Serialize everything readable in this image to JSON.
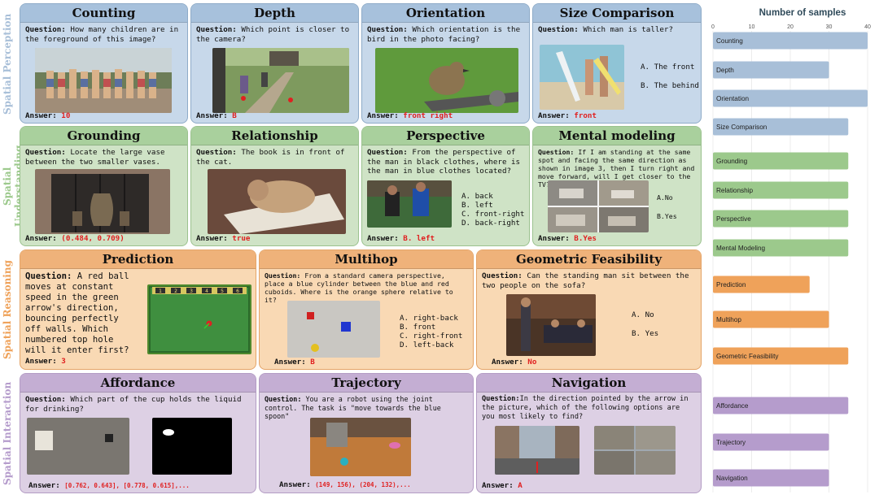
{
  "categories": {
    "perception": {
      "label": "Spatial Perception",
      "color": "#a8bfd8"
    },
    "understanding": {
      "label": "Spatial Understanding",
      "color": "#9cc98c"
    },
    "reasoning": {
      "label": "Spatial Reasoning",
      "color": "#efa25a"
    },
    "interaction": {
      "label": "Spatial Interaction",
      "color": "#b59ccc"
    }
  },
  "panels": {
    "counting": {
      "title": "Counting",
      "q_label": "Question:",
      "question": "How many children are in the foreground of this image?",
      "a_label": "Answer:",
      "answer": "10"
    },
    "depth": {
      "title": "Depth",
      "q_label": "Question:",
      "question": "Which point is closer to the camera?",
      "a_label": "Answer:",
      "answer": "B"
    },
    "orientation": {
      "title": "Orientation",
      "q_label": "Question:",
      "question": "Which orientation is the bird in the photo facing?",
      "a_label": "Answer:",
      "answer": "front right"
    },
    "size": {
      "title": "Size Comparison",
      "q_label": "Question:",
      "question": "Which man is taller?",
      "options": [
        "A. The front",
        "B. The behind"
      ],
      "a_label": "Answer:",
      "answer": "front"
    },
    "grounding": {
      "title": "Grounding",
      "q_label": "Question:",
      "question": "Locate the large vase between the two smaller vases.",
      "a_label": "Answer:",
      "answer": "(0.484, 0.709)"
    },
    "relationship": {
      "title": "Relationship",
      "q_label": "Question:",
      "question": "The book is in front of the cat.",
      "a_label": "Answer:",
      "answer": "true"
    },
    "perspective": {
      "title": "Perspective",
      "q_label": "Question:",
      "question": "From the perspective of the man in black clothes, where is the man in blue clothes located?",
      "options": [
        "A. back",
        "B. left",
        "C. front-right",
        "D. back-right"
      ],
      "a_label": "Answer:",
      "answer": "B. left"
    },
    "mental": {
      "title": "Mental modeling",
      "q_label": "Question:",
      "question": "If I am standing at the same spot and facing the same direction as shown in image 3, then I turn right and move forward, will I get closer to the TV?",
      "options": [
        "A.No",
        "B.Yes"
      ],
      "a_label": "Answer:",
      "answer": "B.Yes"
    },
    "prediction": {
      "title": "Prediction",
      "q_label": "Question:",
      "question": "A red ball moves at constant speed in the green arrow's direction, bouncing perfectly off walls. Which numbered top hole will it enter first?",
      "holes": [
        "1",
        "2",
        "3",
        "4",
        "5",
        "6"
      ],
      "a_label": "Answer:",
      "answer": "3"
    },
    "multihop": {
      "title": "Multihop",
      "q_label": "Question:",
      "question": "From a standard camera perspective, place a blue cylinder between the blue and red cuboids. Where is the orange sphere relative to it?",
      "options": [
        "A. right-back",
        "B. front",
        "C. right-front",
        "D. left-back"
      ],
      "a_label": "Answer:",
      "answer": "B"
    },
    "geometric": {
      "title": "Geometric Feasibility",
      "q_label": "Question:",
      "question": "Can the standing man sit between the two people on the sofa?",
      "options": [
        "A. No",
        "B. Yes"
      ],
      "a_label": "Answer:",
      "answer": "No"
    },
    "affordance": {
      "title": "Affordance",
      "q_label": "Question:",
      "question": "Which part of the cup holds the liquid for drinking?",
      "a_label": "Answer:",
      "answer": "[0.762, 0.643], [0.778, 0.615],..."
    },
    "trajectory": {
      "title": "Trajectory",
      "q_label": "Question:",
      "question": "You are a robot using the joint control. The task is \"move towards the blue spoon\"",
      "a_label": "Answer:",
      "answer": "(149, 156), (204, 132),..."
    },
    "navigation": {
      "title": "Navigation",
      "q_label": "Question:",
      "question": "In the direction pointed by the arrow in the picture, which of the following options are you most likely to find?",
      "a_label": "Answer:",
      "answer": "A"
    }
  },
  "chart_data": {
    "type": "bar",
    "orientation": "horizontal",
    "title": "Number of samples",
    "xlim": [
      0,
      40
    ],
    "xticks": [
      0,
      10,
      20,
      30,
      40
    ],
    "grid": true,
    "categories": [
      "Counting",
      "Depth",
      "Orientation",
      "Size Comparison",
      "Grounding",
      "Relationship",
      "Perspective",
      "Mental Modeling",
      "Prediction",
      "Multihop",
      "Geometric Feasibility",
      "Affordance",
      "Trajectory",
      "Navigation"
    ],
    "values": [
      40,
      30,
      40,
      35,
      35,
      35,
      35,
      35,
      25,
      30,
      35,
      35,
      30,
      30
    ],
    "groups": [
      "perception",
      "perception",
      "perception",
      "perception",
      "understanding",
      "understanding",
      "understanding",
      "understanding",
      "reasoning",
      "reasoning",
      "reasoning",
      "interaction",
      "interaction",
      "interaction"
    ]
  }
}
